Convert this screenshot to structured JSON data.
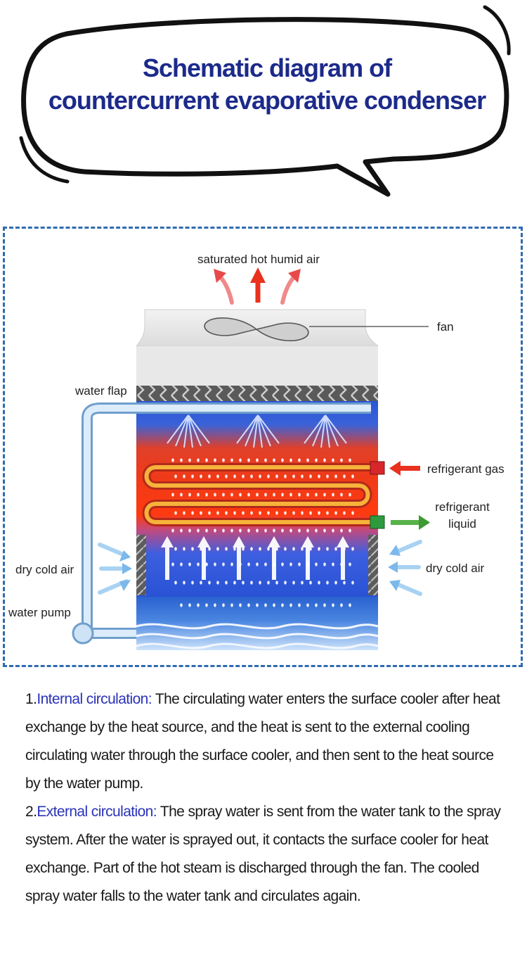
{
  "title": {
    "line1": "Schematic diagram of",
    "line2": "countercurrent evaporative condenser"
  },
  "labels": {
    "saturated_air": "saturated hot humid air",
    "fan": "fan",
    "water_flap": "water flap",
    "refrigerant_gas": "refrigerant gas",
    "refrigerant_liquid_1": "refrigerant",
    "refrigerant_liquid_2": "liquid",
    "dry_cold_air_left": "dry cold air",
    "dry_cold_air_right": "dry cold air",
    "water_pump": "water pump"
  },
  "description": {
    "item1": {
      "number": "1.",
      "heading": "Internal circulation:",
      "text": " The circulating water enters the surface cooler after heat exchange by the heat source, and the heat is sent to the external cooling circulating water through the surface cooler, and then sent to the heat source by the water pump."
    },
    "item2": {
      "number": "2.",
      "heading": "External circulation:",
      "text": " The spray water is sent from the water tank to the spray system. After the water is sprayed out, it contacts the surface cooler for heat exchange. Part of the hot steam is discharged through the fan. The cooled spray water falls to the water tank and circulates again."
    }
  },
  "colors": {
    "title": "#1c2a8a",
    "highlight": "#2a33b8",
    "frame": "#2f6bb0",
    "hot": "#e8321e",
    "cold": "#2f5fd6",
    "gas_valve": "#d8262a",
    "liquid_valve": "#2e9a3e"
  }
}
